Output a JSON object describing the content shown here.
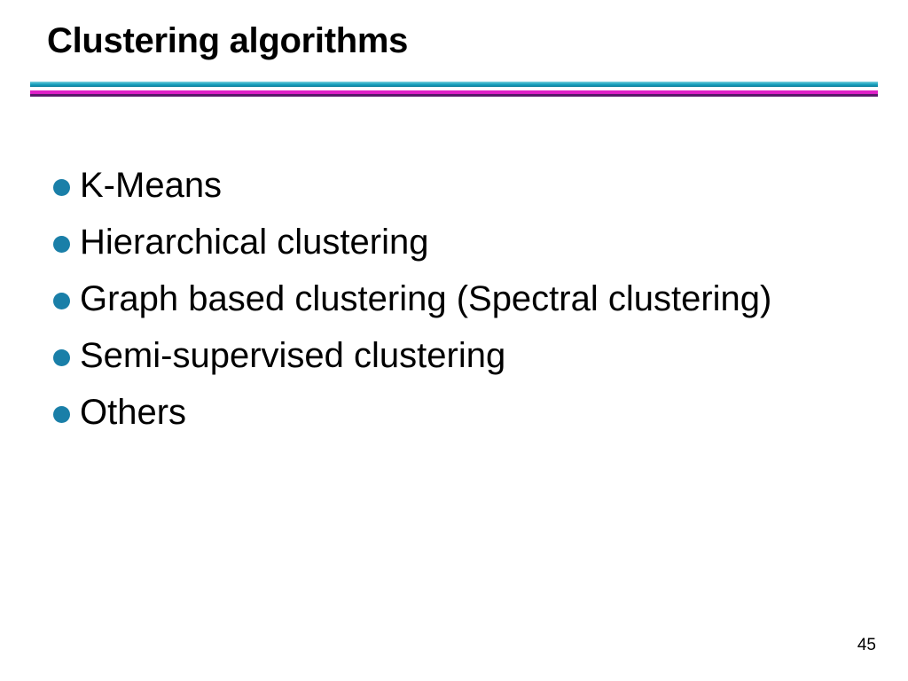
{
  "slide": {
    "title": "Clustering algorithms",
    "bullets": [
      "K-Means",
      "Hierarchical clustering",
      "Graph based clustering (Spectral clustering)",
      "Semi-supervised clustering",
      "Others"
    ],
    "page_number": "45"
  },
  "colors": {
    "bullet": "#1a7fa8",
    "rule_teal": "#1aa3c0",
    "rule_magenta": "#e020c8"
  },
  "icons": {
    "bullet": "filled-circle"
  }
}
